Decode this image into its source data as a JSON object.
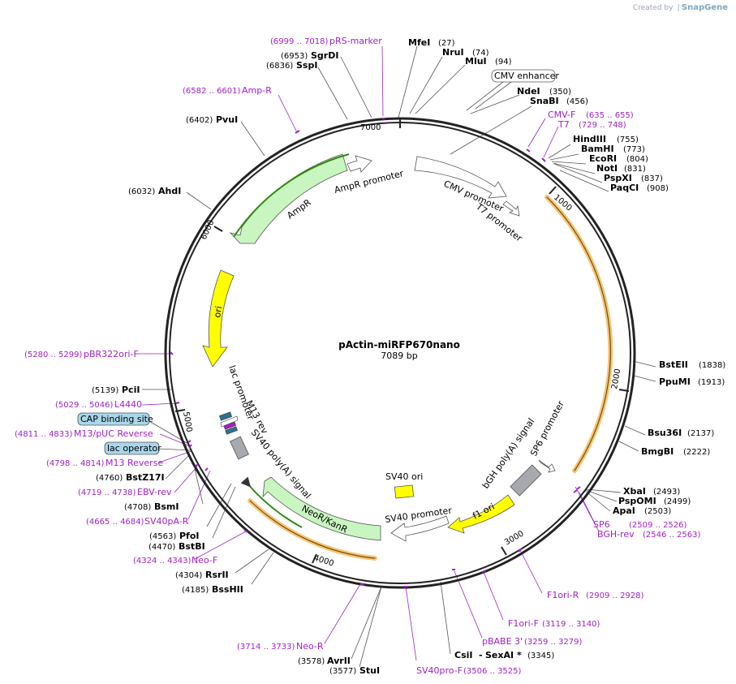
{
  "credit": {
    "prefix": "Created by",
    "brand": "SnapGene"
  },
  "plasmid": {
    "name": "pActin-miRFP670nano",
    "length": 7089,
    "length_label": "7089 bp"
  },
  "ticks": [
    "1000",
    "2000",
    "3000",
    "4000",
    "5000",
    "6000",
    "7000"
  ],
  "features": [
    {
      "name": "CMV enhancer",
      "style": "boxed-label"
    },
    {
      "name": "CMV promoter",
      "style": "open-arrow"
    },
    {
      "name": "T7 promoter",
      "style": "open-arrow"
    },
    {
      "name": "AmpR promoter",
      "style": "open-arrow"
    },
    {
      "name": "AmpR",
      "style": "green-arrow"
    },
    {
      "name": "ori",
      "style": "yellow-arrow"
    },
    {
      "name": "lac promoter",
      "style": "open-arrow"
    },
    {
      "name": "M13 rev",
      "style": "primer-label"
    },
    {
      "name": "SV40 poly(A) signal",
      "style": "gray-box"
    },
    {
      "name": "NeoR/KanR",
      "style": "green-arrow"
    },
    {
      "name": "SV40 ori",
      "style": "yellow-box"
    },
    {
      "name": "SV40 promoter",
      "style": "open-arrow"
    },
    {
      "name": "f1 ori",
      "style": "yellow-arrow"
    },
    {
      "name": "bGH poly(A) signal",
      "style": "gray-box"
    },
    {
      "name": "SP6 promoter",
      "style": "open-arrow"
    },
    {
      "name": "CAP binding site",
      "style": "boxed-label"
    },
    {
      "name": "lac operator",
      "style": "boxed-label"
    }
  ],
  "enzymes": [
    {
      "name": "MfeI",
      "pos": "(27)"
    },
    {
      "name": "NruI",
      "pos": "(74)"
    },
    {
      "name": "MluI",
      "pos": "(94)"
    },
    {
      "name": "NdeI",
      "pos": "(350)"
    },
    {
      "name": "SnaBI",
      "pos": "(456)"
    },
    {
      "name": "HindIII",
      "pos": "(755)"
    },
    {
      "name": "BamHI",
      "pos": "(773)"
    },
    {
      "name": "EcoRI",
      "pos": "(804)"
    },
    {
      "name": "NotI",
      "pos": "(831)"
    },
    {
      "name": "PspXI",
      "pos": "(837)"
    },
    {
      "name": "PaqCI",
      "pos": "(908)"
    },
    {
      "name": "BstEII",
      "pos": "(1838)"
    },
    {
      "name": "PpuMI",
      "pos": "(1913)"
    },
    {
      "name": "Bsu36I",
      "pos": "(2137)"
    },
    {
      "name": "BmgBI",
      "pos": "(2222)"
    },
    {
      "name": "XbaI",
      "pos": "(2493)"
    },
    {
      "name": "PspOMI",
      "pos": "(2499)"
    },
    {
      "name": "ApaI",
      "pos": "(2503)"
    },
    {
      "name": "CsiI",
      "pos": ""
    },
    {
      "name": "SexAI",
      "pos": "(3345)"
    },
    {
      "name": "AvrII",
      "pos": "(3578)"
    },
    {
      "name": "StuI",
      "pos": "(3577)"
    },
    {
      "name": "BssHII",
      "pos": "(4185)"
    },
    {
      "name": "RsrII",
      "pos": "(4304)"
    },
    {
      "name": "BstBI",
      "pos": "(4470)"
    },
    {
      "name": "PfoI",
      "pos": "(4563)"
    },
    {
      "name": "BsmI",
      "pos": "(4708)"
    },
    {
      "name": "BstZ17I",
      "pos": "(4760)"
    },
    {
      "name": "PciI",
      "pos": "(5139)"
    },
    {
      "name": "AhdI",
      "pos": "(6032)"
    },
    {
      "name": "PvuI",
      "pos": "(6402)"
    },
    {
      "name": "SspI",
      "pos": "(6836)"
    },
    {
      "name": "SgrDI",
      "pos": "(6953)"
    }
  ],
  "primers": [
    {
      "name": "pRS-marker",
      "range": "(6999 .. 7018)"
    },
    {
      "name": "Amp-R",
      "range": "(6582 .. 6601)"
    },
    {
      "name": "CMV-F",
      "range": "(635 .. 655)"
    },
    {
      "name": "T7",
      "range": "(729 .. 748)"
    },
    {
      "name": "SP6",
      "range": "(2509 .. 2526)"
    },
    {
      "name": "BGH-rev",
      "range": "(2546 .. 2563)"
    },
    {
      "name": "F1ori-R",
      "range": "(2909 .. 2928)"
    },
    {
      "name": "F1ori-F",
      "range": "(3119 .. 3140)"
    },
    {
      "name": "pBABE 3'",
      "range": "(3259 .. 3279)"
    },
    {
      "name": "SV40pro-F",
      "range": "(3506 .. 3525)"
    },
    {
      "name": "Neo-R",
      "range": "(3714 .. 3733)"
    },
    {
      "name": "Neo-F",
      "range": "(4324 .. 4343)"
    },
    {
      "name": "SV40pA-R",
      "range": "(4665 .. 4684)"
    },
    {
      "name": "EBV-rev",
      "range": "(4719 .. 4738)"
    },
    {
      "name": "M13 Reverse",
      "range": "(4798 .. 4814)"
    },
    {
      "name": "M13/pUC Reverse",
      "range": "(4811 .. 4833)"
    },
    {
      "name": "L4440",
      "range": "(5029 .. 5046)"
    },
    {
      "name": "pBR322ori-F",
      "range": "(5280 .. 5299)"
    }
  ],
  "colors": {
    "backbone": "#222222",
    "orf_highlight": "#f5c67a",
    "green_feature": "#c9f5c0",
    "green_line": "#2e8b10",
    "yellow_feature": "#ffff00",
    "gray_feature": "#a6a9ad",
    "primer": "#a020c8",
    "boxed_label_fill": "#a9d6ea"
  }
}
